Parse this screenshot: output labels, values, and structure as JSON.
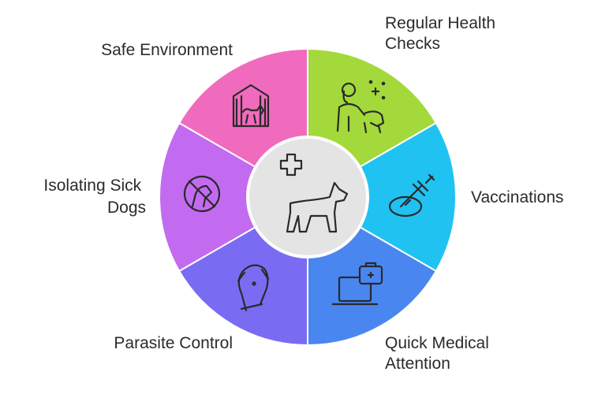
{
  "diagram": {
    "center": {
      "icon": "dog-with-medical-cross-icon",
      "fill": "#e4e4e4"
    },
    "segments": [
      {
        "label_lines": [
          "Regular Health",
          "Checks"
        ],
        "icon": "vet-examining-dog-icon",
        "color": "#a3d93b"
      },
      {
        "label_lines": [
          "Vaccinations"
        ],
        "icon": "syringe-vaccine-icon",
        "color": "#20c2f2"
      },
      {
        "label_lines": [
          "Quick Medical",
          "Attention"
        ],
        "icon": "laptop-first-aid-kit-icon",
        "color": "#4a86f0"
      },
      {
        "label_lines": [
          "Parasite Control"
        ],
        "icon": "dog-head-collar-icon",
        "color": "#7a6cf2"
      },
      {
        "label_lines": [
          "Isolating Sick",
          "Dogs"
        ],
        "icon": "no-dog-icon",
        "color": "#c36bf0"
      },
      {
        "label_lines": [
          "Safe Environment"
        ],
        "icon": "dog-kennel-icon",
        "color": "#f06bbd"
      }
    ]
  }
}
